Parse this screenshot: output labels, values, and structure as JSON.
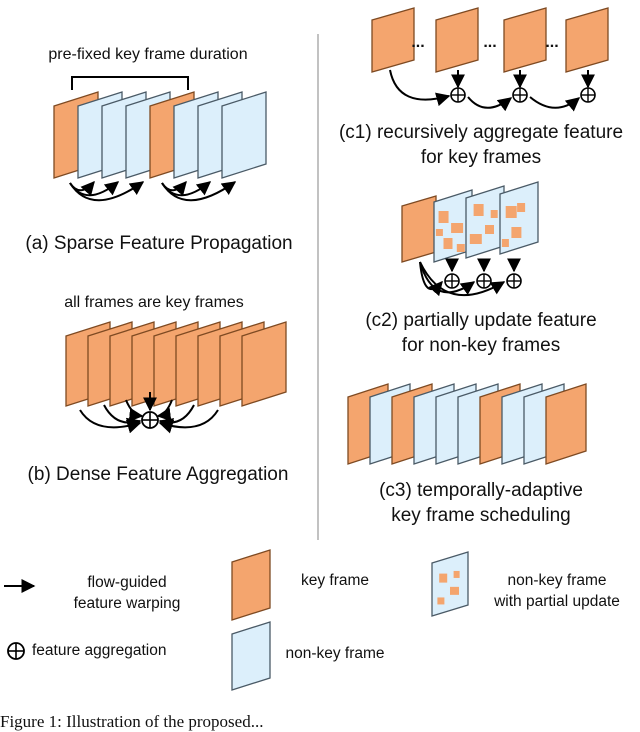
{
  "colors": {
    "key_fill": "#F4A56E",
    "key_stroke": "#7E4A22",
    "nonkey_fill": "#DCEFFB",
    "nonkey_stroke": "#4A5A66",
    "patch": "#F4A56E",
    "line": "#000000"
  },
  "panel_a": {
    "top_note": "pre-fixed key frame duration",
    "caption": "(a) Sparse Feature Propagation"
  },
  "panel_b": {
    "top_note": "all frames are key frames",
    "caption": "(b) Dense Feature Aggregation"
  },
  "panel_c1": {
    "dots": "...",
    "caption_line1": "(c1) recursively aggregate feature",
    "caption_line2": "for key frames"
  },
  "panel_c2": {
    "caption_line1": "(c2) partially update feature",
    "caption_line2": "for non-key frames"
  },
  "panel_c3": {
    "caption_line1": "(c3) temporally-adaptive",
    "caption_line2": "key frame scheduling"
  },
  "legend": {
    "warp_line1": "flow-guided",
    "warp_line2": "feature warping",
    "aggregation": "feature aggregation",
    "key_frame": "key frame",
    "nonkey_partial_line1": "non-key frame",
    "nonkey_partial_line2": "with partial update",
    "nonkey_frame": "non-key frame"
  },
  "caption": "Figure 1: Illustration of the proposed..."
}
